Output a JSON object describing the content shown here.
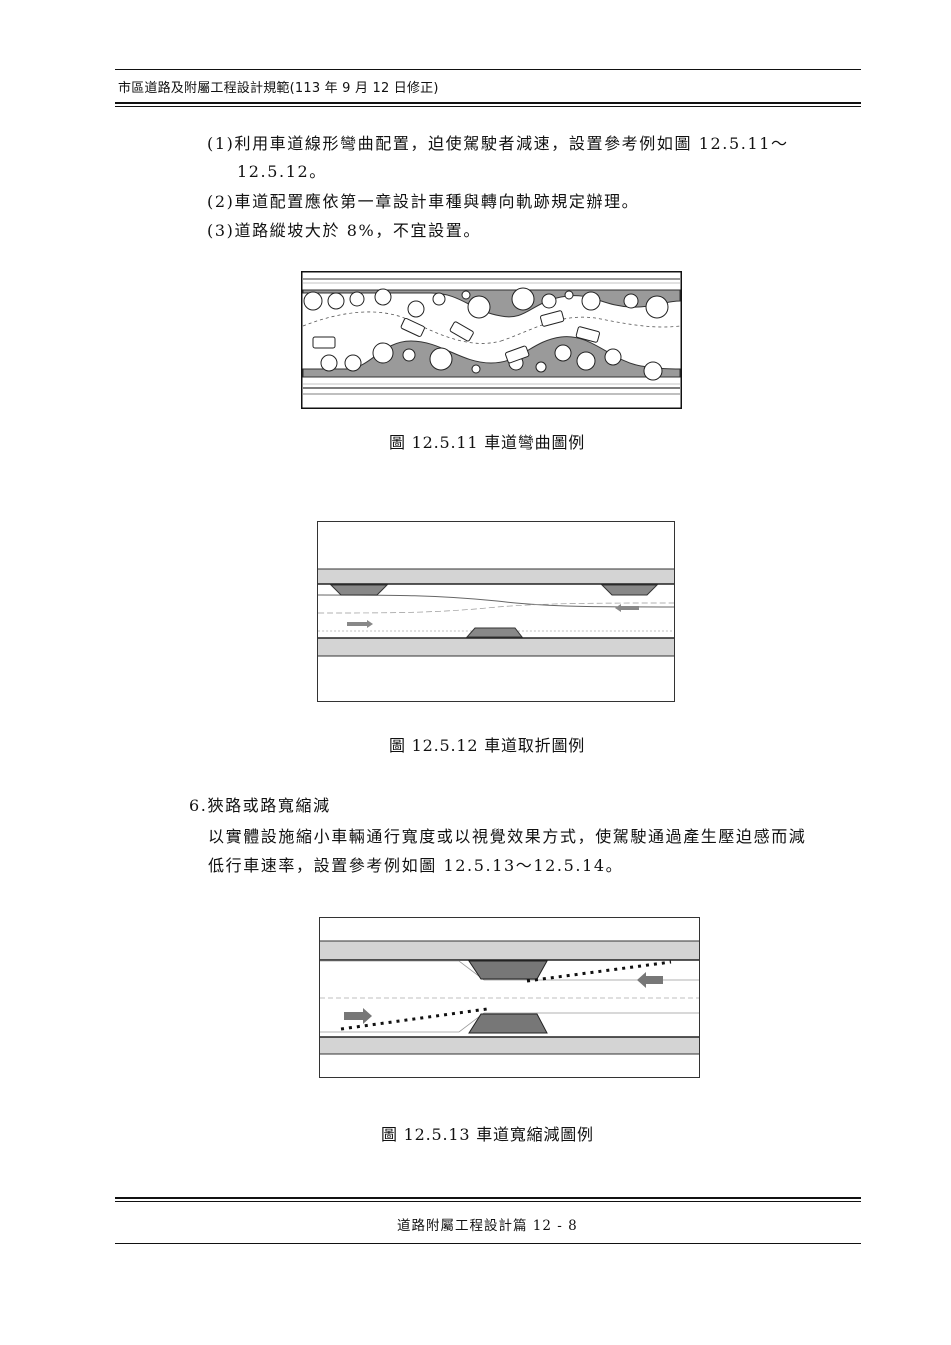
{
  "header": {
    "title": "市區道路及附屬工程設計規範(113 年 9 月 12 日修正)"
  },
  "body": {
    "items": [
      "(1)利用車道線形彎曲配置，迫使駕駛者減速，設置參考例如圖 12.5.11～",
      "12.5.12。",
      "(2)車道配置應依第一章設計車種與轉向軌跡規定辦理。",
      "(3)道路縱坡大於 8%，不宜設置。"
    ],
    "section6": {
      "heading": "6.狹路或路寬縮減",
      "line1": "以實體設施縮小車輛通行寬度或以視覺效果方式，使駕駛通過產生壓迫感而減",
      "line2": "低行車速率，設置參考例如圖 12.5.13～12.5.14。"
    }
  },
  "figures": [
    {
      "caption": "圖 12.5.11 車道彎曲圖例"
    },
    {
      "caption": "圖 12.5.12 車道取折圖例"
    },
    {
      "caption": "圖 12.5.13 車道寬縮減圖例"
    }
  ],
  "footer": {
    "text": "道路附屬工程設計篇 12 -  8"
  }
}
